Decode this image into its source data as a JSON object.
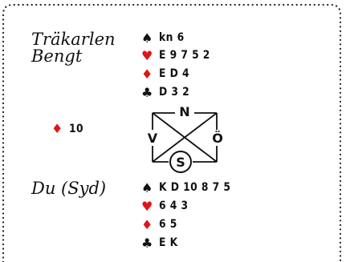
{
  "north": {
    "name_line1": "Träkarlen",
    "name_line2": "Bengt",
    "hand": [
      {
        "suit_icon": "spade-icon",
        "glyph": "♠",
        "color": "#111111",
        "cards": "kn 6"
      },
      {
        "suit_icon": "heart-icon",
        "glyph": "♥",
        "color": "#e0141b",
        "cards": "E 9 7 5 2"
      },
      {
        "suit_icon": "diamond-icon",
        "glyph": "♦",
        "color": "#e0141b",
        "cards": "E D 4"
      },
      {
        "suit_icon": "club-icon",
        "glyph": "♣",
        "color": "#111111",
        "cards": "D 3 2"
      }
    ]
  },
  "south": {
    "name": "Du (Syd)",
    "hand": [
      {
        "suit_icon": "spade-icon",
        "glyph": "♠",
        "color": "#111111",
        "cards": "K D 10 8 7 5"
      },
      {
        "suit_icon": "heart-icon",
        "glyph": "♥",
        "color": "#e0141b",
        "cards": "6 4 3"
      },
      {
        "suit_icon": "diamond-icon",
        "glyph": "♦",
        "color": "#e0141b",
        "cards": "6 5"
      },
      {
        "suit_icon": "club-icon",
        "glyph": "♣",
        "color": "#111111",
        "cards": "E K"
      }
    ]
  },
  "opening_lead": {
    "suit_icon": "diamond-icon",
    "glyph": "♦",
    "color": "#e0141b",
    "card": "10"
  },
  "compass": {
    "north": "N",
    "east": "Ö",
    "south": "S",
    "west": "V"
  }
}
